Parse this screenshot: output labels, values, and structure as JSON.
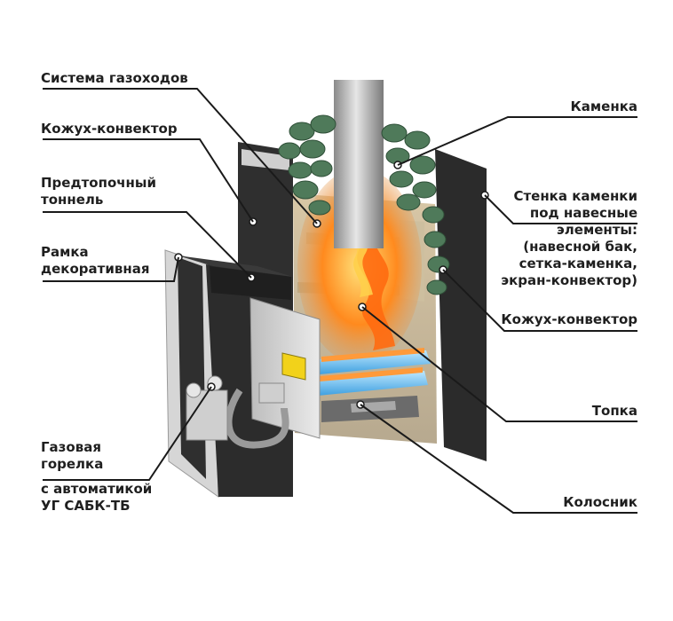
{
  "labels": {
    "flue_system": "Система газоходов",
    "casing_convector_left": "Кожух-конвектор",
    "prefurnace_tunnel": [
      "Предтопочный",
      "тоннель"
    ],
    "decorative_frame": [
      "Рамка",
      "декоративная"
    ],
    "gas_burner": [
      "Газовая",
      "горелка"
    ],
    "burner_automation": [
      "с автоматикой",
      "УГ САБК-ТБ"
    ],
    "heater_stones": "Каменка",
    "heater_wall": [
      "Стенка каменки",
      "под навесные",
      "элементы:",
      "(навесной бак,",
      "сетка-каменка,",
      "экран-конвектор)"
    ],
    "casing_convector_right": "Кожух-конвектор",
    "firebox": "Топка",
    "grate": "Колосник"
  },
  "colors": {
    "text": "#1f1f1f",
    "leader": "#1a1a1a",
    "body_dark": "#2b2b2b",
    "stones": "#4f7a5a",
    "flame": "#ff7a1a"
  }
}
